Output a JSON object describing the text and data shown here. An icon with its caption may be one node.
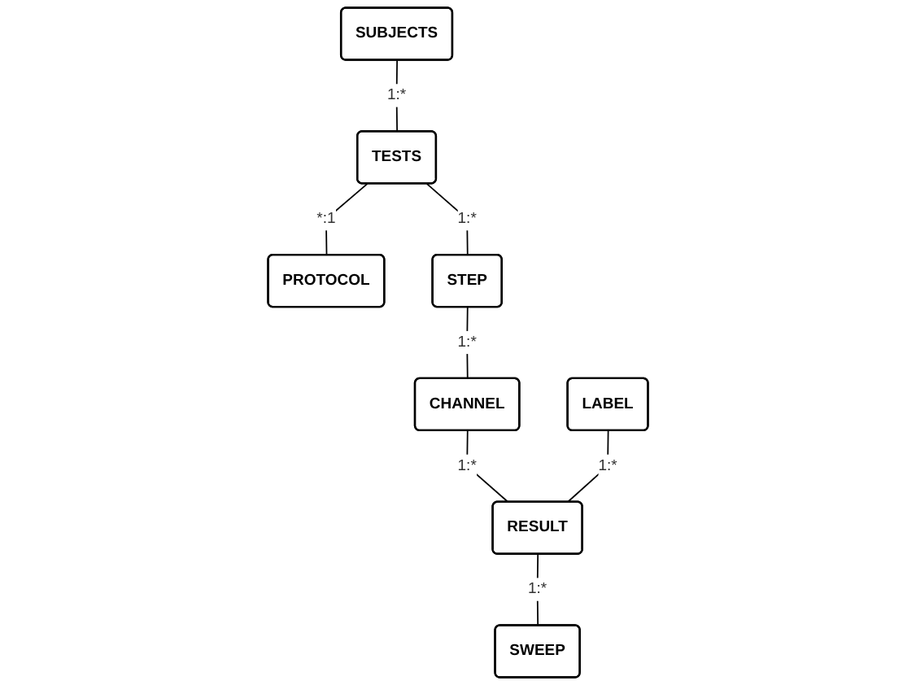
{
  "diagram": {
    "nodes": [
      {
        "text": [
          "SUBJECTS"
        ]
      },
      {
        "text": [
          "TESTS"
        ]
      },
      {
        "text": [
          "PROTOCOL"
        ]
      },
      {
        "text": [
          "STEP"
        ]
      },
      {
        "text": [
          "CHANNEL"
        ]
      },
      {
        "text": [
          "LABEL"
        ]
      },
      {
        "text": [
          "RESULT"
        ]
      },
      {
        "text": [
          "SWEEP"
        ]
      }
    ],
    "edges": [
      {
        "from": 0,
        "to": 1,
        "arrow": "none",
        "label": "1:*"
      },
      {
        "from": 1,
        "to": 2,
        "arrow": "none",
        "label": "*:1"
      },
      {
        "from": 1,
        "to": 3,
        "arrow": "none",
        "label": "1:*"
      },
      {
        "from": 3,
        "to": 4,
        "arrow": "none",
        "label": "1:*"
      },
      {
        "from": 4,
        "to": 6,
        "arrow": "none",
        "label": "1:*"
      },
      {
        "from": 5,
        "to": 6,
        "arrow": "none",
        "label": "1:*"
      },
      {
        "from": 6,
        "to": 7,
        "arrow": "none",
        "label": "1:*"
      }
    ]
  }
}
